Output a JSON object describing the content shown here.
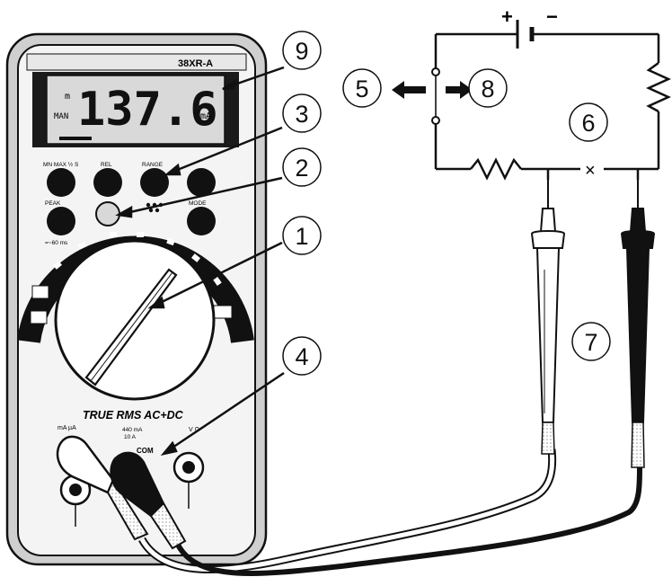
{
  "meter": {
    "model": "38XR-A",
    "display_reading": "137.6",
    "display_small_left_1": "m",
    "display_small_left_2": "MAN",
    "display_unit": "mA",
    "row1_labels": [
      "MN MAX ½ S",
      "REL",
      "RANGE",
      ""
    ],
    "row2_labels": [
      "PEAK",
      "",
      "",
      "MODE"
    ],
    "row2_sub_label": "=~60 ms",
    "brand_text": "TRUE RMS AC+DC",
    "jack_labels": [
      "mA\nµA",
      "COM",
      "V\nΩ"
    ],
    "fuse_text_1": "440 mA",
    "fuse_text_2": "10 A"
  },
  "callouts": [
    {
      "id": "1",
      "label": "1"
    },
    {
      "id": "2",
      "label": "2"
    },
    {
      "id": "3",
      "label": "3"
    },
    {
      "id": "4",
      "label": "4"
    },
    {
      "id": "5",
      "label": "5"
    },
    {
      "id": "6",
      "label": "6"
    },
    {
      "id": "7",
      "label": "7"
    },
    {
      "id": "8",
      "label": "8"
    },
    {
      "id": "9",
      "label": "9"
    }
  ],
  "circuit": {
    "battery_plus": "+",
    "battery_minus": "−",
    "break_mark": "×"
  },
  "colors": {
    "ink": "#111111",
    "meter_body": "#f4f4f4",
    "meter_dark": "#1a1a1a",
    "lcd_bg": "#d9d9d9",
    "probe_red_lead": "#e6e6e6",
    "probe_black_lead": "#111111"
  }
}
